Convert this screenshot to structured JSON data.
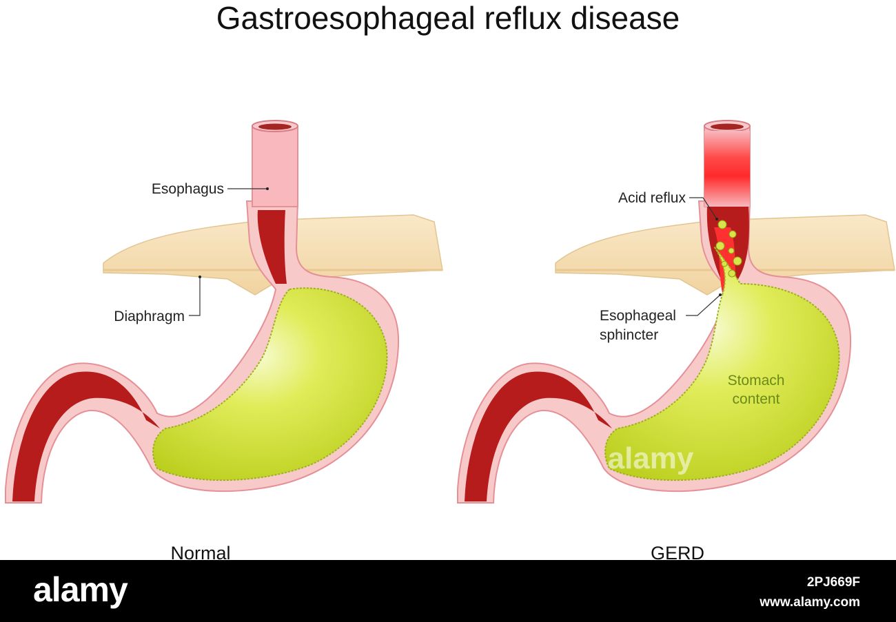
{
  "title": "Gastroesophageal reflux disease",
  "labels": {
    "esophagus": "Esophagus",
    "diaphragm": "Diaphragm",
    "acid_reflux": "Acid reflux",
    "sphincter_line1": "Esophageal",
    "sphincter_line2": "sphincter",
    "content_line1": "Stomach",
    "content_line2": "content"
  },
  "captions": {
    "normal": "Normal",
    "gerd": "GERD"
  },
  "watermark": "alamy",
  "footer": {
    "logo": "alamy",
    "image_id": "2PJ669F",
    "site": "www.alamy.com"
  },
  "colors": {
    "stomach_content": "#cfe02a",
    "muscle": "#b71c1c",
    "wall": "#f7c9c9",
    "diaphragm": "#f6dfb7",
    "esophagus": "#f8b8bd",
    "acid": "#ff2a2a",
    "background": "#ffffff",
    "footer": "#000000"
  }
}
